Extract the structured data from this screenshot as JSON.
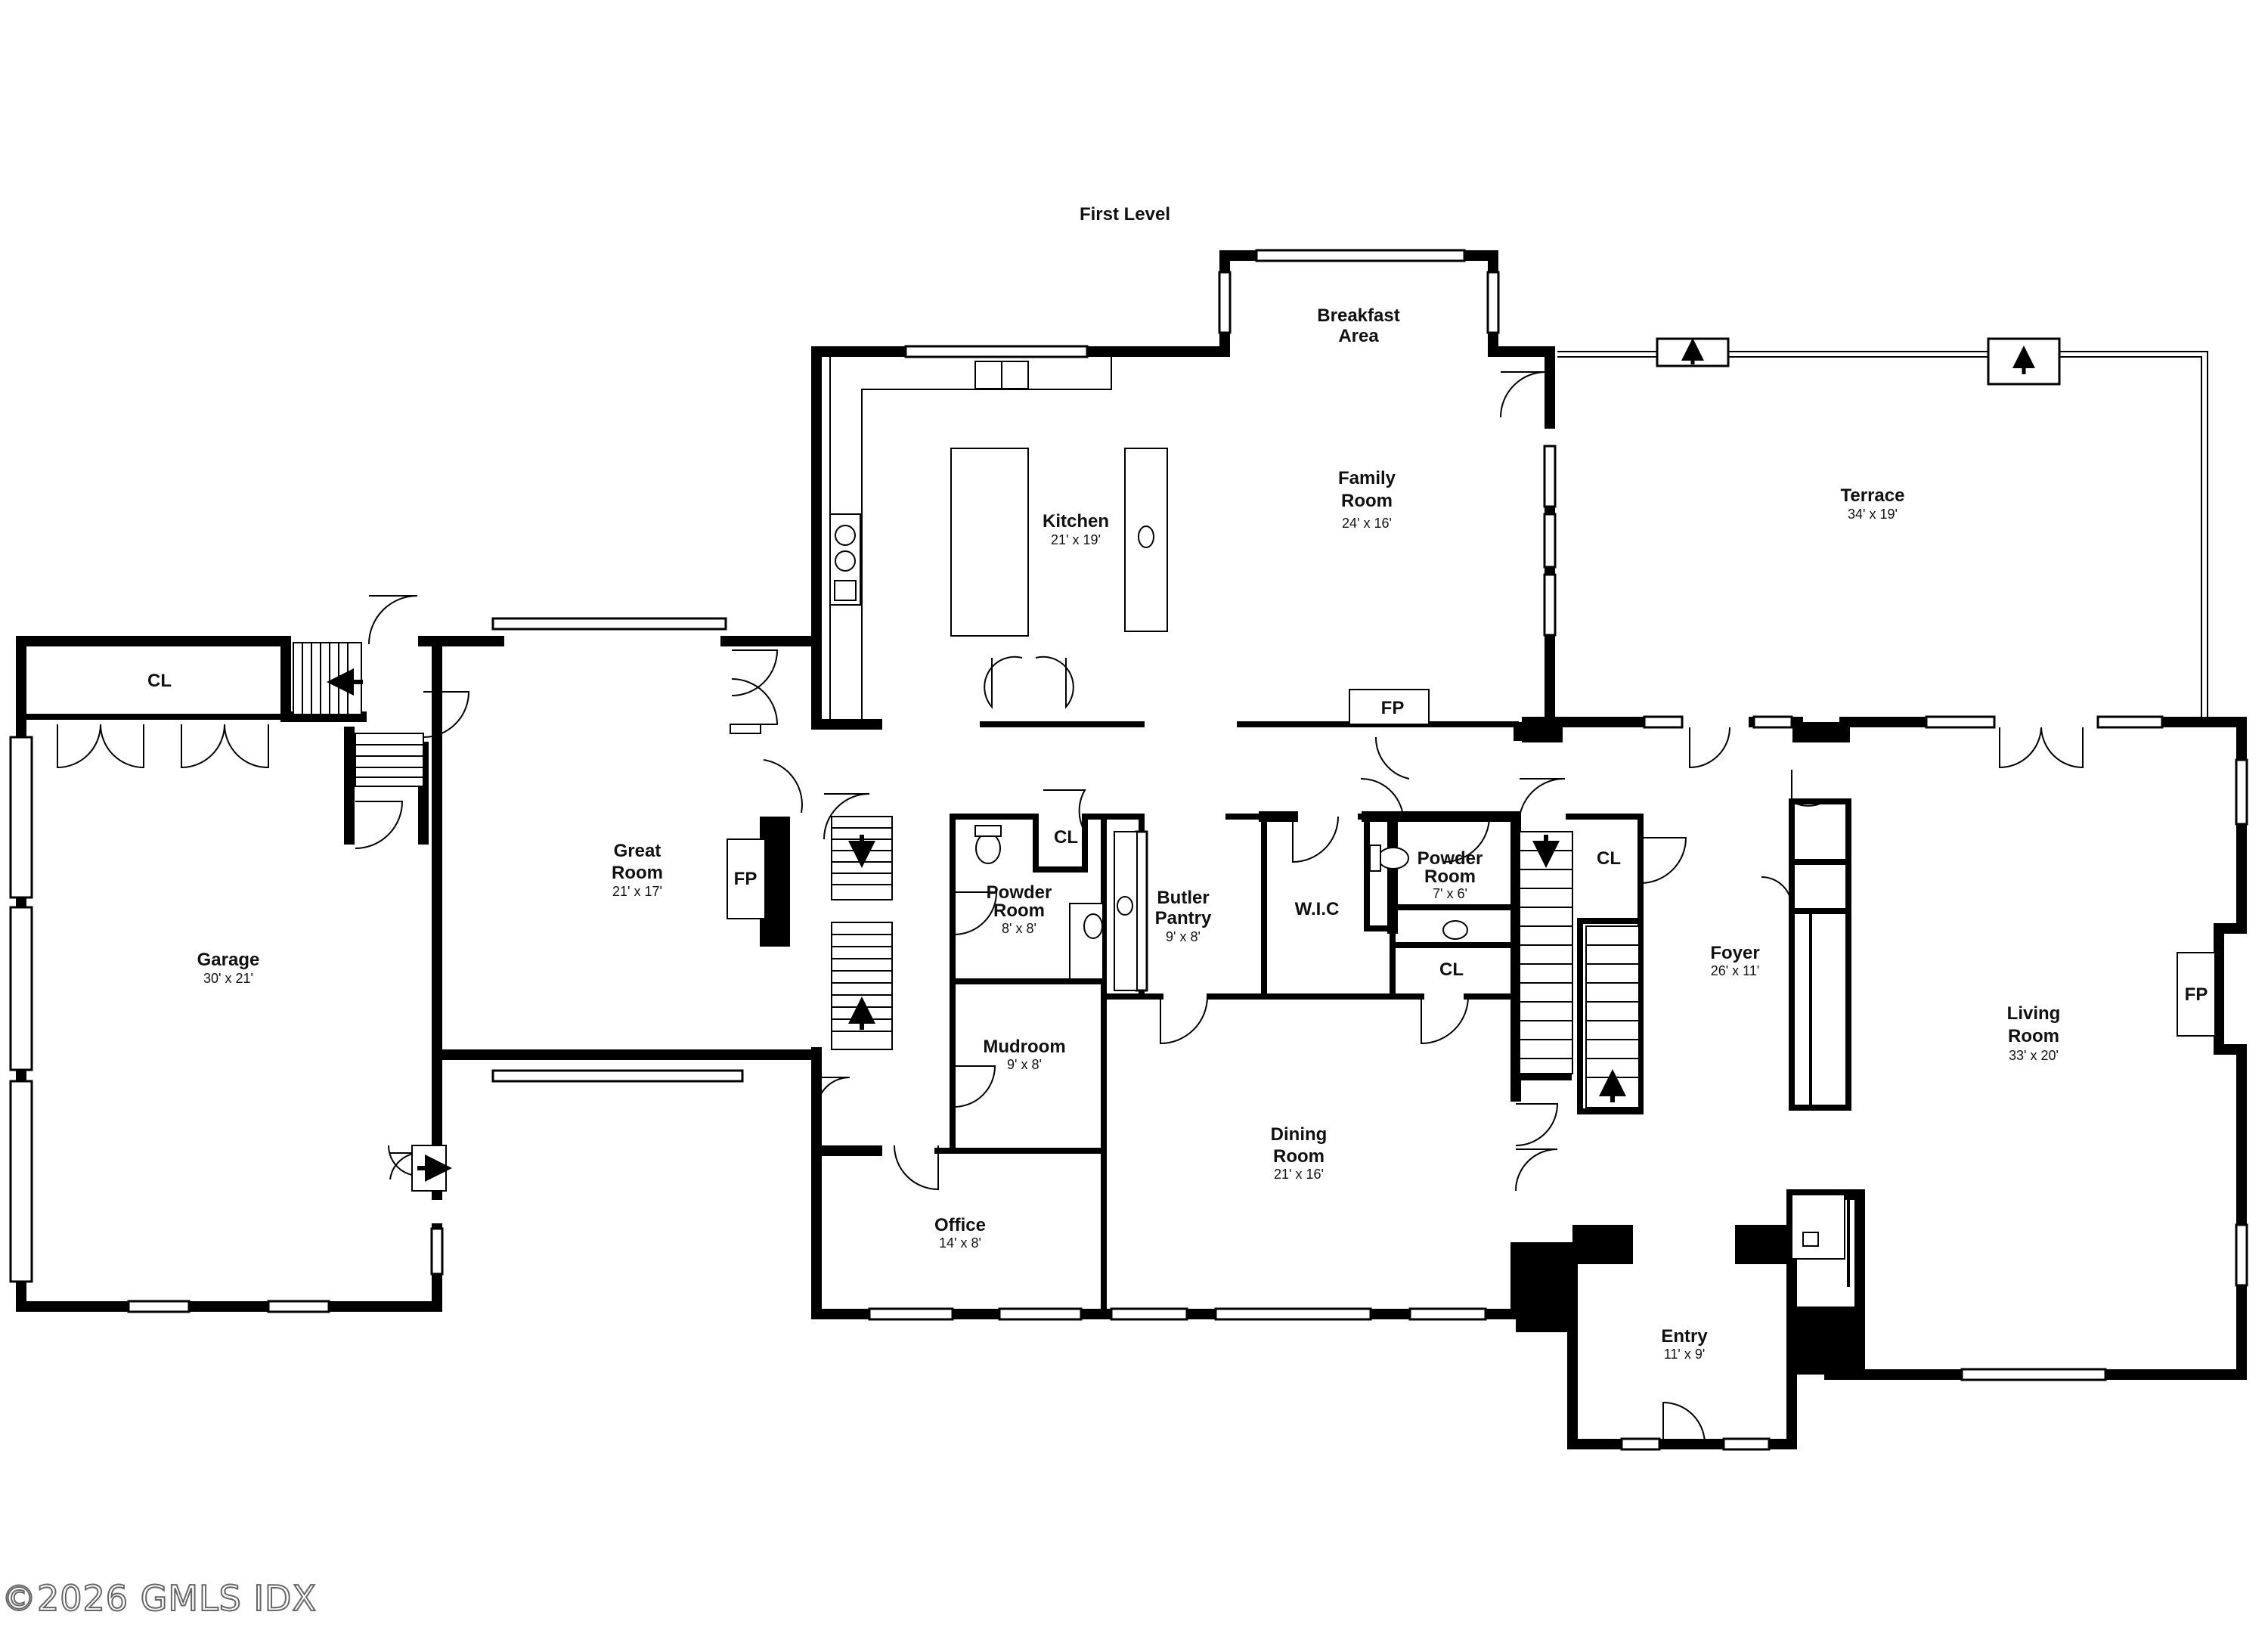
{
  "title": "First Level",
  "watermark": "©2026 GMLS IDX",
  "rooms": {
    "breakfast": {
      "name": [
        "Breakfast",
        "Area"
      ],
      "dim": ""
    },
    "family": {
      "name": [
        "Family",
        "Room"
      ],
      "dim": "24' x 16'"
    },
    "terrace": {
      "name": [
        "Terrace"
      ],
      "dim": "34' x 19'"
    },
    "kitchen": {
      "name": [
        "Kitchen"
      ],
      "dim": "21' x 19'"
    },
    "great": {
      "name": [
        "Great",
        "Room"
      ],
      "dim": "21' x 17'"
    },
    "garage": {
      "name": [
        "Garage"
      ],
      "dim": "30' x 21'"
    },
    "powder1": {
      "name": [
        "Powder",
        "Room"
      ],
      "dim": "8' x 8'"
    },
    "butler": {
      "name": [
        "Butler",
        "Pantry"
      ],
      "dim": "9' x 8'"
    },
    "wic": {
      "name": [
        "W.I.C"
      ],
      "dim": ""
    },
    "powder2": {
      "name": [
        "Powder",
        "Room"
      ],
      "dim": "7' x 6'"
    },
    "foyer": {
      "name": [
        "Foyer"
      ],
      "dim": "26' x 11'"
    },
    "living": {
      "name": [
        "Living",
        "Room"
      ],
      "dim": "33' x 20'"
    },
    "mudroom": {
      "name": [
        "Mudroom"
      ],
      "dim": "9' x 8'"
    },
    "dining": {
      "name": [
        "Dining",
        "Room"
      ],
      "dim": "21' x 16'"
    },
    "office": {
      "name": [
        "Office"
      ],
      "dim": "14' x 8'"
    },
    "entry": {
      "name": [
        "Entry"
      ],
      "dim": "11' x 9'"
    }
  },
  "labels": {
    "cl_garage": "CL",
    "cl_powder": "CL",
    "cl_stairs": "CL",
    "cl_wic": "CL",
    "fp_family": "FP",
    "fp_great": "FP",
    "fp_living": "FP"
  },
  "icons": [
    "stair-arrow-icon",
    "door-swing-icon",
    "sink-icon",
    "toilet-icon",
    "cooktop-icon",
    "window-icon"
  ]
}
